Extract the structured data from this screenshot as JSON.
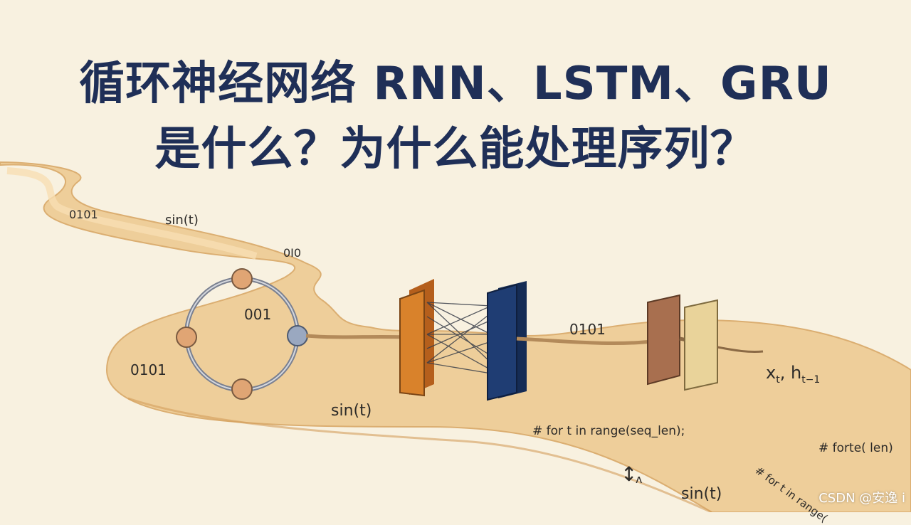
{
  "title": {
    "line1": "循环神经网络 RNN、LSTM、GRU",
    "line2": "是什么？为什么能处理序列？"
  },
  "illustration": {
    "ring_label": "001",
    "path_labels": [
      "0101",
      "sin(t)",
      "0101",
      "0101",
      "sin(t)",
      "sin(t)"
    ],
    "mirrored_label": "0I0",
    "input_notation": "x_t, h_{t-1}",
    "input_x": "x",
    "input_x_sub": "t",
    "input_comma": ",",
    "input_h": "h",
    "input_h_sub": "t−1",
    "code_main": "# for t in range(seq_len);",
    "code_right": "# forte( len)",
    "code_tilted": "# for t in range(",
    "arrow_glyph": "↕",
    "arrow_mark": "ʌ"
  },
  "watermark": "CSDN @安逸 i",
  "colors": {
    "background": "#f8f1e0",
    "title": "#1f2f57",
    "orange_block": "#d9822b",
    "blue_block": "#1f3d73",
    "brown_block": "#a86f4f",
    "cream_block": "#e9d39a",
    "path": "#eecb93"
  }
}
